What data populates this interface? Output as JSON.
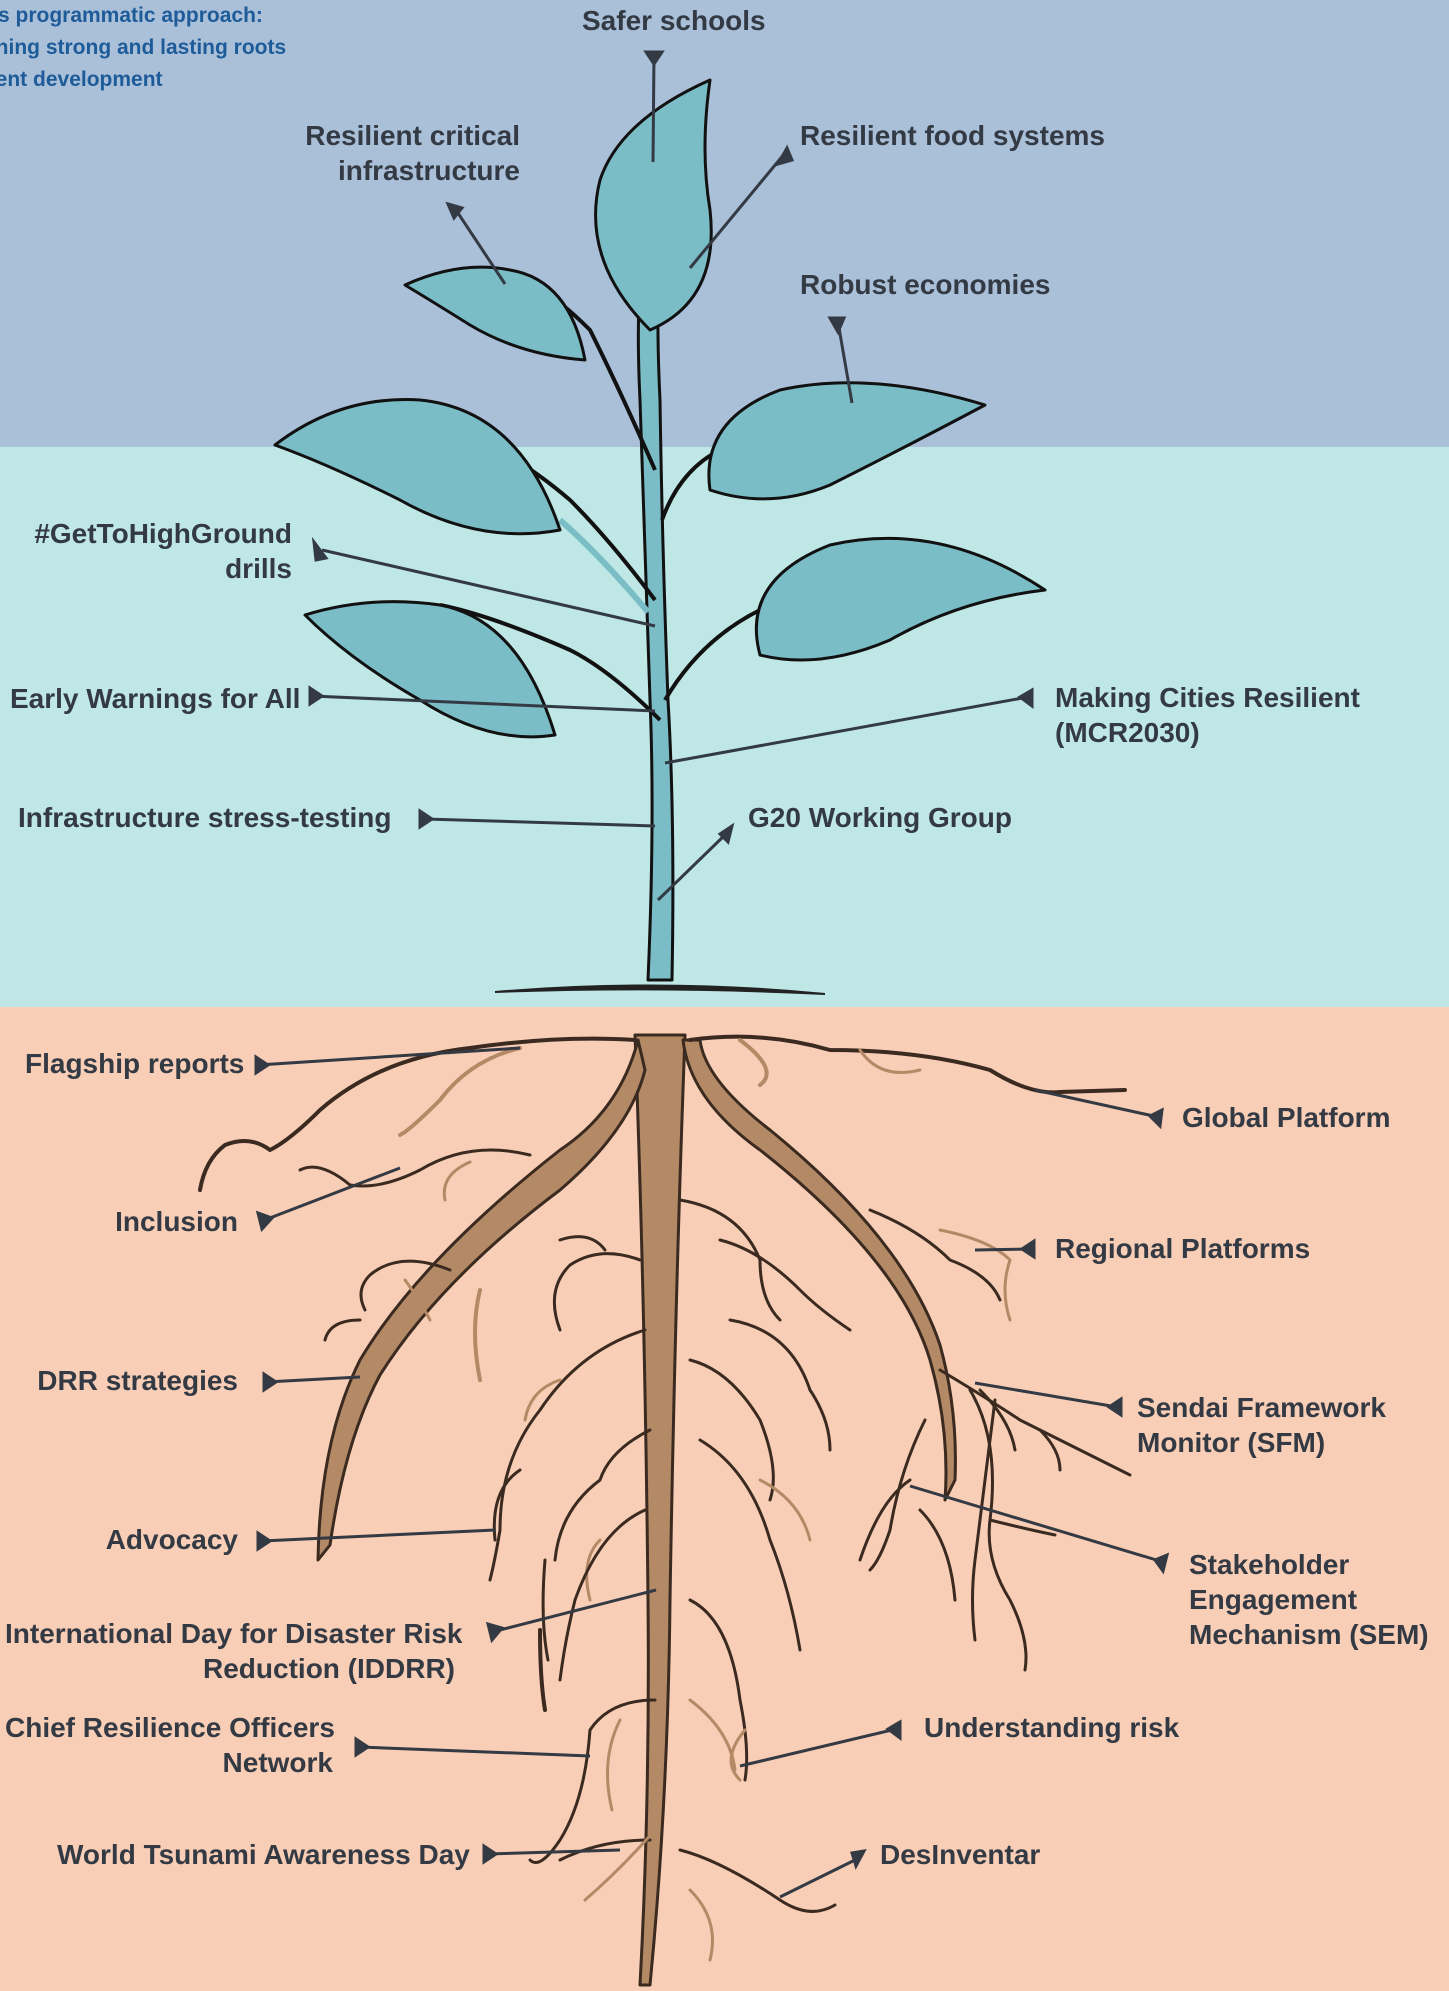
{
  "title": {
    "line1": "t's programmatic approach:",
    "line2": "shing strong and lasting roots",
    "line3": "lient development"
  },
  "colors": {
    "sky": "#aabfd8",
    "air": "#bfe7e5",
    "soil": "#f9ceb6",
    "leaf": "#7bbdc6",
    "root": "#b48966",
    "ink": "#333a44",
    "title": "#1d5b99"
  },
  "plant_labels": {
    "safer_schools": "Safer schools",
    "critical_infra_1": "Resilient critical",
    "critical_infra_2": "infrastructure",
    "food_systems": "Resilient food systems",
    "robust_economies": "Robust economies",
    "high_ground_1": "#GetToHighGround",
    "high_ground_2": "drills",
    "early_warnings": "Early Warnings for All",
    "mcr_1": "Making Cities Resilient",
    "mcr_2": "(MCR2030)",
    "stress_testing": "Infrastructure stress-testing",
    "g20": "G20 Working Group"
  },
  "root_labels": {
    "flagship": "Flagship reports",
    "global_platform": "Global Platform",
    "inclusion": "Inclusion",
    "regional_platforms": "Regional Platforms",
    "drr_strategies": "DRR strategies",
    "sfm_1": "Sendai Framework",
    "sfm_2": "Monitor (SFM)",
    "advocacy": "Advocacy",
    "sem_1": "Stakeholder",
    "sem_2": "Engagement",
    "sem_3": "Mechanism (SEM)",
    "iddrr_1": "International Day for Disaster Risk",
    "iddrr_2": "Reduction (IDDRR)",
    "understanding_risk": "Understanding risk",
    "cro_1": "Chief Resilience Officers",
    "cro_2": "Network",
    "tsunami_day": "World Tsunami Awareness Day",
    "desinventar": "DesInventar"
  }
}
